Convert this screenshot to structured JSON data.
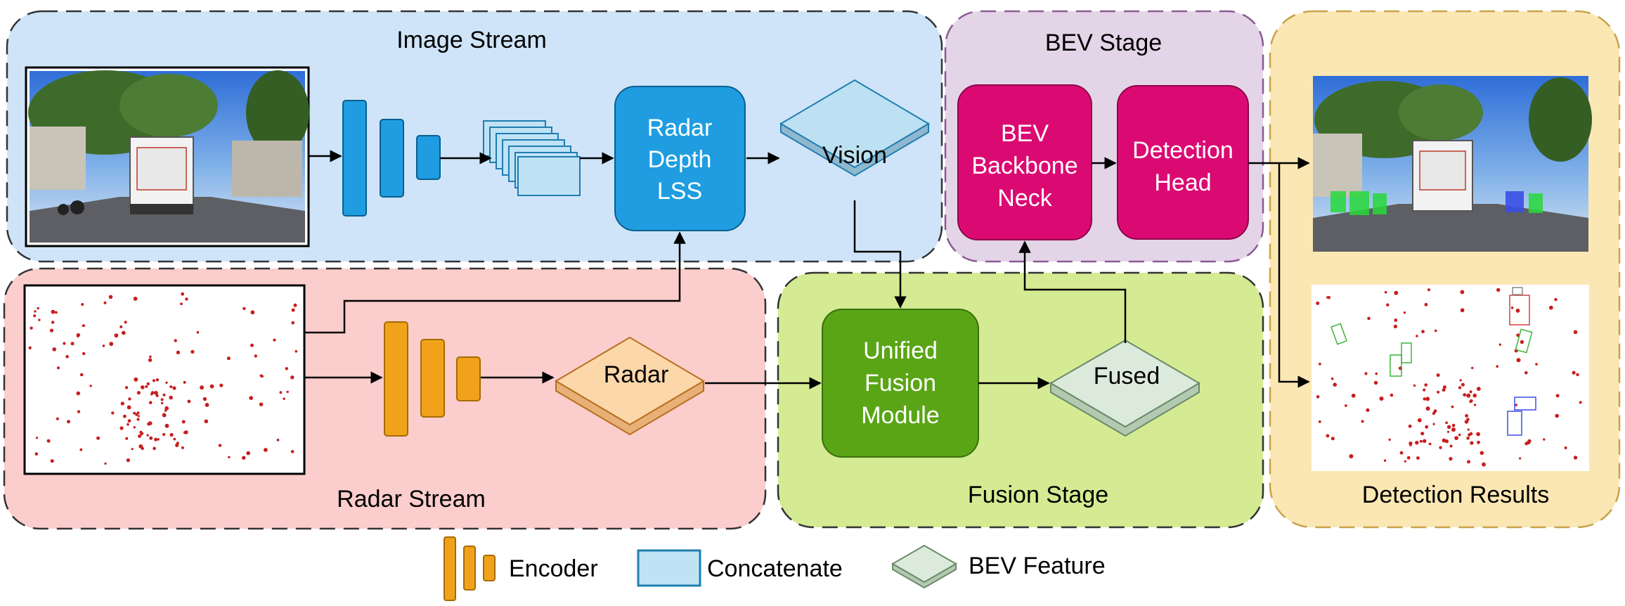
{
  "regions": {
    "image_stream": "Image Stream",
    "radar_stream": "Radar Stream",
    "bev_stage": "BEV Stage",
    "fusion_stage": "Fusion Stage",
    "detection_results": "Detection Results"
  },
  "nodes": {
    "radar_depth_lss": [
      "Radar",
      "Depth",
      "LSS"
    ],
    "vision": "Vision",
    "radar": "Radar",
    "unified_fusion": [
      "Unified",
      "Fusion",
      "Module"
    ],
    "fused": "Fused",
    "bev_backbone": [
      "BEV",
      "Backbone",
      "Neck"
    ],
    "detection_head": [
      "Detection",
      "Head"
    ]
  },
  "legend": {
    "encoder": "Encoder",
    "concatenate": "Concatenate",
    "bev_feature": "BEV Feature"
  },
  "colors": {
    "image_bg": "#cfe4f8",
    "radar_bg": "#fbcdcd",
    "bev_bg": "#e4d4e8",
    "fusion_bg": "#d4eb93",
    "detect_bg": "#fbe7b4",
    "blue": "#1f9de0",
    "orange": "#f0a31a",
    "green": "#5aa516",
    "magenta": "#db0a73",
    "radar_point": "#c81e1e"
  },
  "icons": [
    "camera-image",
    "radar-point-cloud",
    "detection-overlay-image",
    "bev-detection-map"
  ]
}
